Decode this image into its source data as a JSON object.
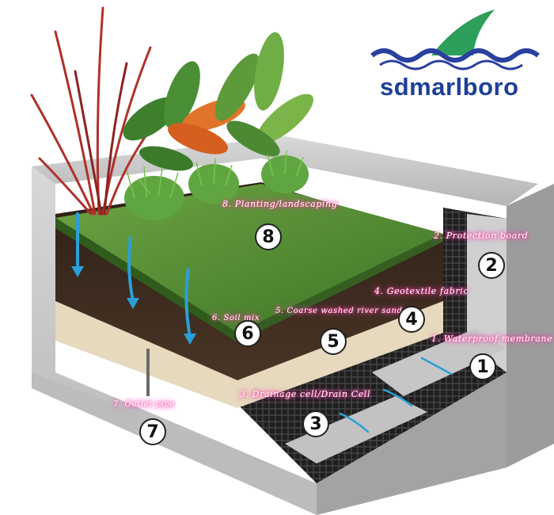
{
  "brand": {
    "name": "sdmarlboro",
    "color": "#1e3f9a",
    "logo_wave_color": "#2a3fa0",
    "logo_fin_color": "#2e9f5a"
  },
  "labels": {
    "planting": "8. Planting/landscaping",
    "protection_board": "2. Protection board",
    "geotextile": "4. Geotextile fabric",
    "river_sand": "5. Coarse washed river sand",
    "soil_mix": "6. Soil mix",
    "waterproof": "1. Waterproof membrane",
    "drainage_cell": "3. Drainage cell/Drain Cell",
    "outlet_pipe": "7. Outlet pipe"
  },
  "markers": {
    "m1": "1",
    "m2": "2",
    "m3": "3",
    "m4": "4",
    "m5": "5",
    "m6": "6",
    "m7": "7",
    "m8": "8"
  },
  "colors": {
    "concrete": "#c9c9c9",
    "concrete_dark": "#a9a9a9",
    "grass": "#4f8a32",
    "soil": "#3a2a1f",
    "sand": "#e8dcc0",
    "drainage": "#2a2a2a",
    "water_arrow": "#2aa0d8",
    "label_glow": "#ff2f9a"
  }
}
